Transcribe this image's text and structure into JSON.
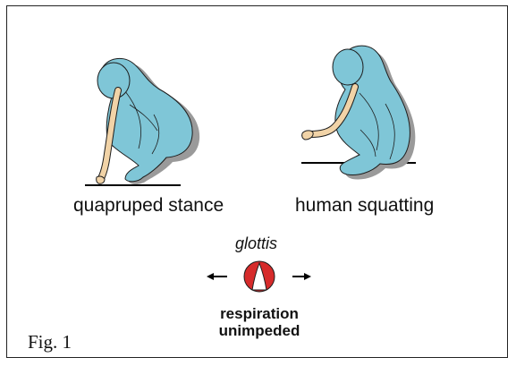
{
  "figure": {
    "captions": {
      "left": "quapruped stance",
      "right": "human squatting"
    },
    "glottis": {
      "label": "glottis",
      "status_line1": "respiration",
      "status_line2": "unimpeded"
    },
    "fig_label": "Fig. 1"
  },
  "colors": {
    "body": "#7fc6d7",
    "shadow": "#9a9a9a",
    "arm": "#f1d3a7",
    "outline": "#1d1d1d",
    "glottis_red": "#d62b2b",
    "ground": "#000000"
  },
  "icons": {
    "left_arrow": "arrow-left-icon",
    "right_arrow": "arrow-right-icon",
    "glottis": "glottis-icon"
  }
}
